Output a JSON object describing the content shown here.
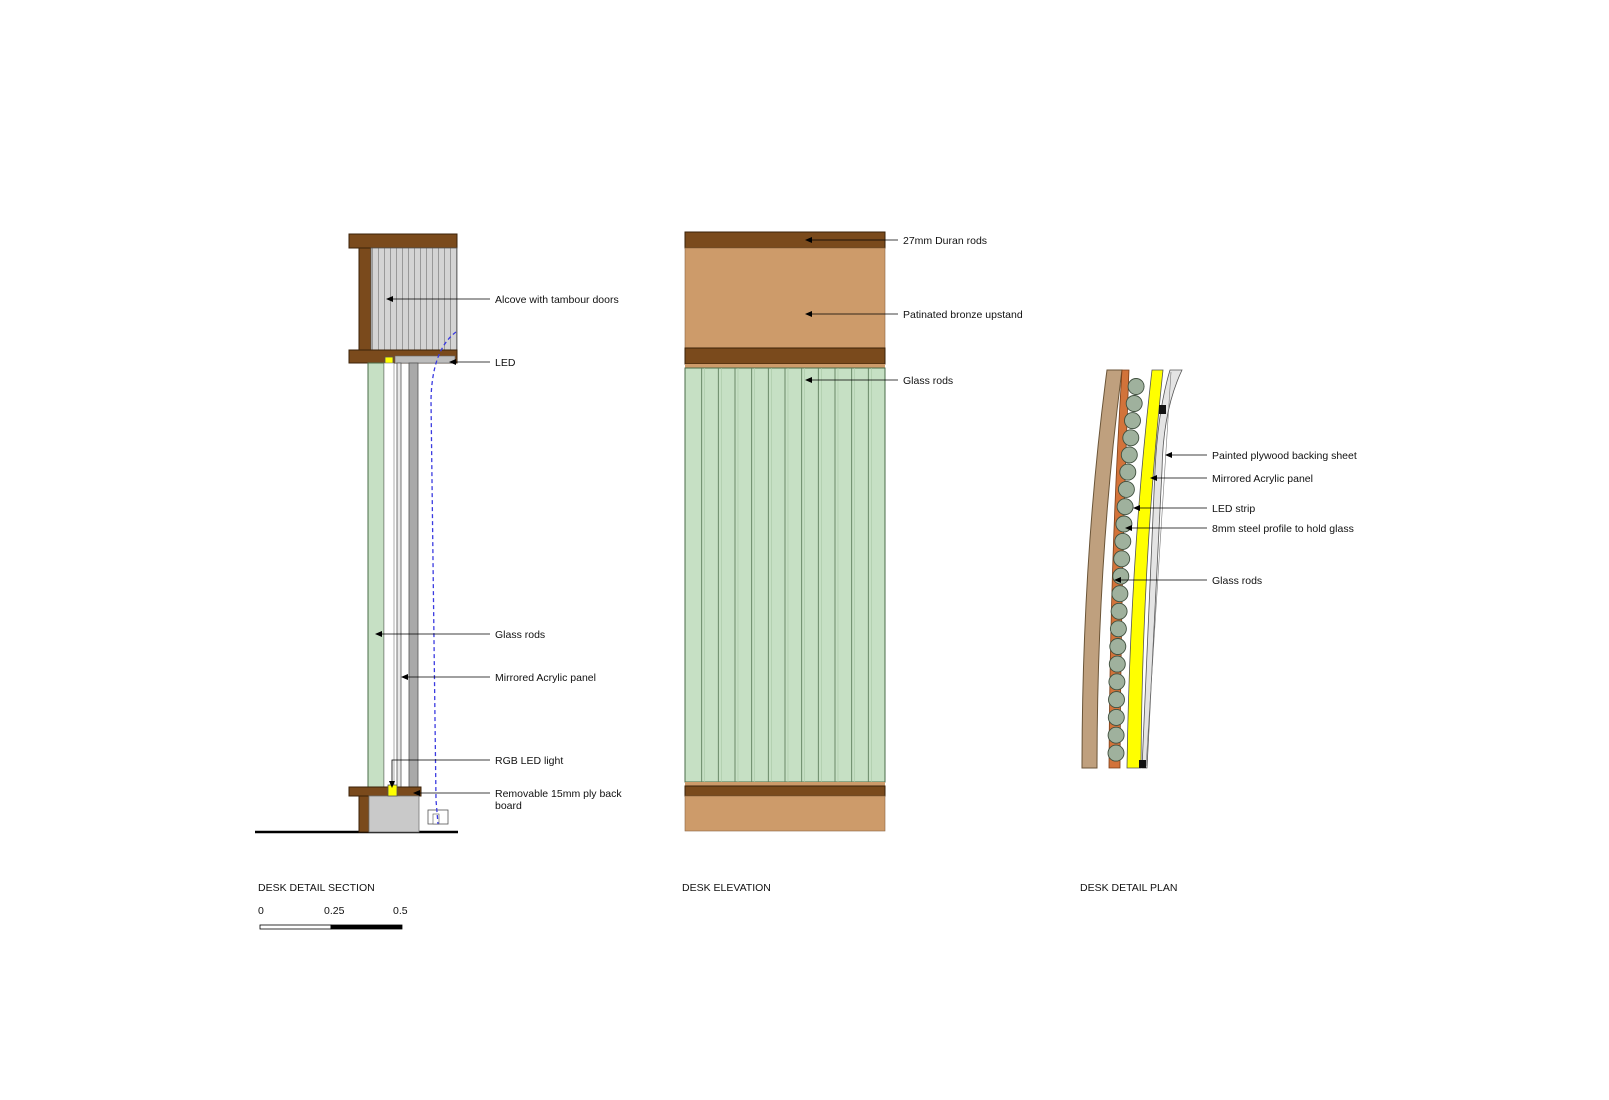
{
  "section": {
    "title": "DESK DETAIL SECTION",
    "labels": {
      "alcove": "Alcove with tambour doors",
      "led": "LED",
      "glass_rods": "Glass rods",
      "mirrored_panel": "Mirrored Acrylic  panel",
      "rgb_led": "RGB LED light",
      "ply_back_line1": "Removable 15mm ply back",
      "ply_back_line2": "board"
    },
    "scale_bar": {
      "ticks": [
        "0",
        "0.25",
        "0.5"
      ]
    }
  },
  "elevation": {
    "title": "DESK ELEVATION",
    "labels": {
      "duran_rods": "27mm Duran rods",
      "bronze_upstand": "Patinated bronze upstand",
      "glass_rods": "Glass rods"
    }
  },
  "plan": {
    "title": "DESK DETAIL PLAN",
    "labels": {
      "plywood": "Painted plywood backing sheet",
      "mirrored_panel": "Mirrored Acrylic panel",
      "led_strip": "LED strip",
      "steel_profile": "8mm steel profile to hold glass",
      "glass_rods": "Glass rods"
    }
  },
  "colors": {
    "timber": "#7a4a1c",
    "bronze": "#cd9b6a",
    "glass": "#c6e0c4",
    "alcove_grey": "#d2d2d2",
    "led_yellow": "#ffff00",
    "plywood_tan": "#bfa07e",
    "rod_fill": "#9fb19d",
    "led_wire": "#3a3ae0"
  }
}
